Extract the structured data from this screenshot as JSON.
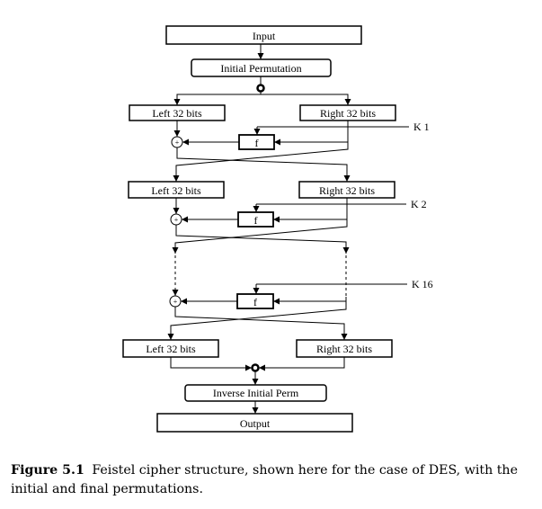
{
  "diagram": {
    "input_label": "Input",
    "initial_perm_label": "Initial Permutation",
    "rounds": [
      {
        "left_label": "Left 32 bits",
        "right_label": "Right 32 bits",
        "f_label": "f",
        "key_label": "K 1"
      },
      {
        "left_label": "Left 32 bits",
        "right_label": "Right 32 bits",
        "f_label": "f",
        "key_label": "K 2"
      },
      {
        "left_label": "",
        "right_label": "",
        "f_label": "f",
        "key_label": "K 16"
      }
    ],
    "final_left_label": "Left 32 bits",
    "final_right_label": "Right 32 bits",
    "inverse_perm_label": "Inverse Initial Perm",
    "output_label": "Output",
    "xor_symbol": "+"
  },
  "caption": {
    "label": "Figure 5.1",
    "text": "Feistel cipher structure, shown here for the case of DES, with the initial and final permutations."
  }
}
